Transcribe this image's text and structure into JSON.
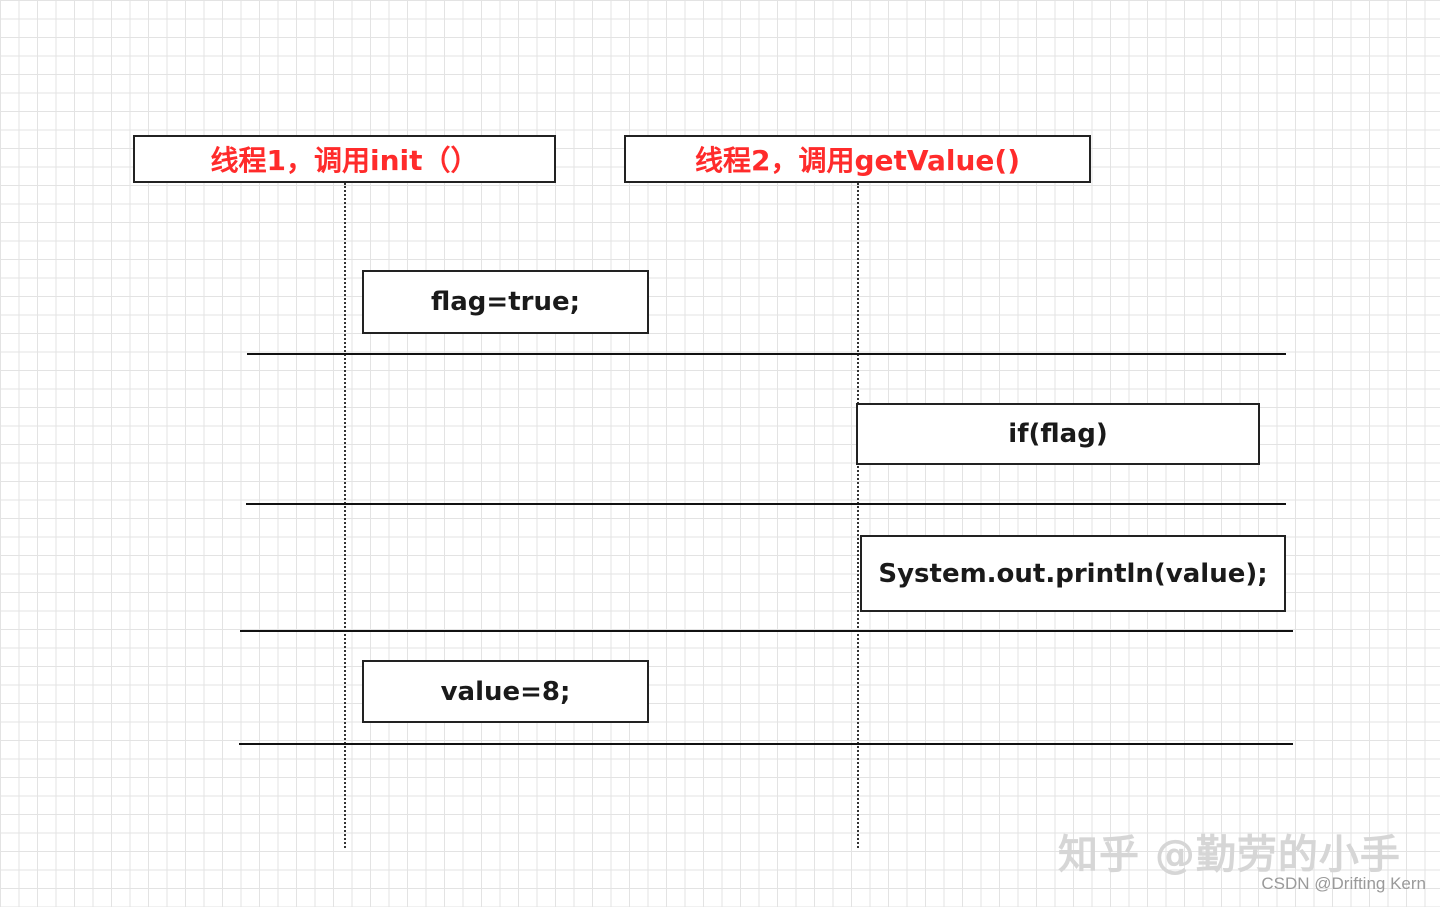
{
  "threads": [
    {
      "label": "线程1，调用init（）"
    },
    {
      "label": "线程2，调用getValue()"
    }
  ],
  "steps": [
    {
      "code": "flag=true;"
    },
    {
      "code": "if(flag)"
    },
    {
      "code": "System.out.println(value);"
    },
    {
      "code": "value=8;"
    }
  ],
  "watermark": "知乎 @勤劳的小手",
  "credit": "CSDN @Drifting Kern",
  "colors": {
    "header_text": "#ff2b2b",
    "box_border": "#222222",
    "grid": "#e3e3e3"
  }
}
